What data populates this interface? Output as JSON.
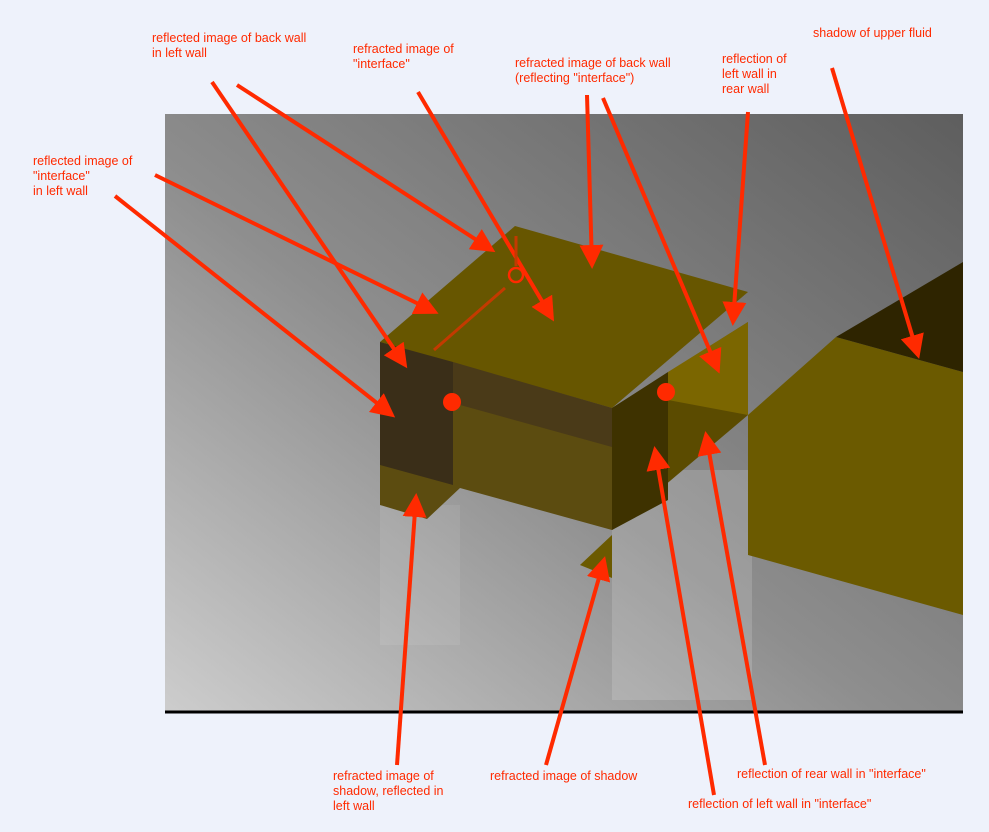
{
  "labels": {
    "back_wall_left": "reflected image of back wall\nin left wall",
    "refracted_interface": "refracted image of\n\"interface\"",
    "refracted_back_wall": "refracted image of back wall\n(reflecting \"interface\")",
    "left_wall_rear": "reflection of\nleft wall in\nrear wall",
    "shadow_upper": "shadow of upper fluid",
    "interface_left_wall": "reflected image of\n\"interface\"\nin left wall",
    "shadow_reflected": "refracted image of\nshadow, reflected in\nleft wall",
    "refracted_shadow": "refracted image of shadow",
    "rear_wall_interface": "reflection of rear wall in \"interface\"",
    "left_wall_interface": "reflection of left wall in \"interface\""
  },
  "colors": {
    "annotation": "#ff2a00",
    "fluid": "#6b5a00",
    "background": "#eef2fb"
  }
}
